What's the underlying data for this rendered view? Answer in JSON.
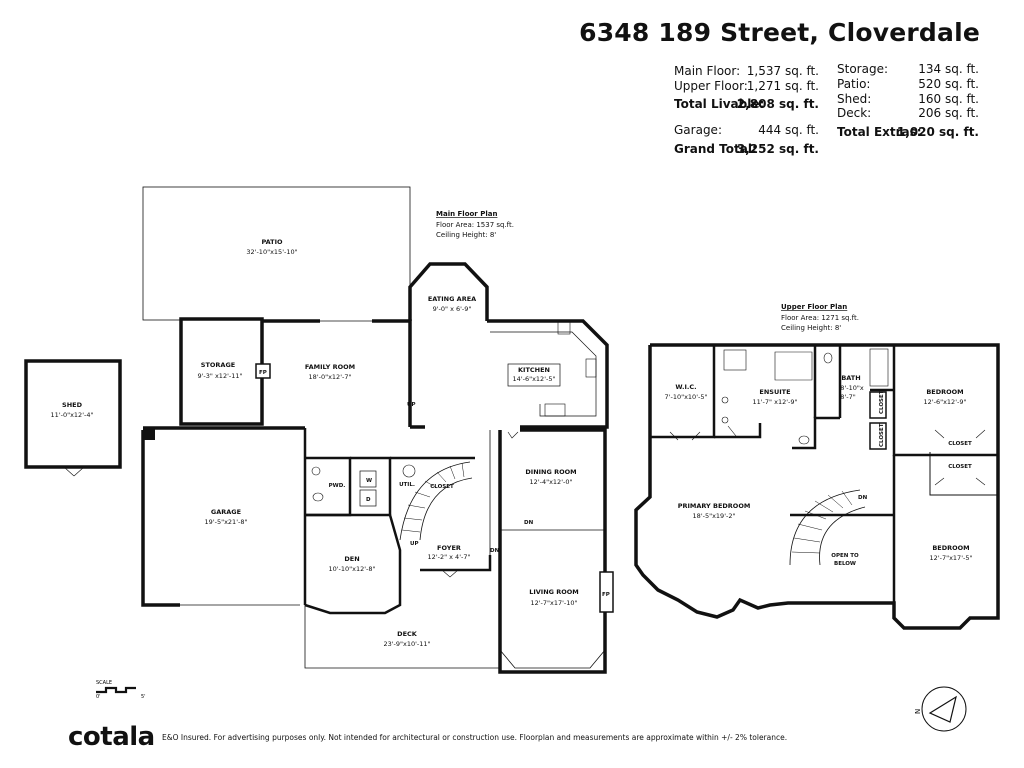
{
  "title": "6348 189 Street, Cloverdale",
  "stats": {
    "left": [
      {
        "label": "Main Floor:",
        "value": "1,537 sq. ft."
      },
      {
        "label": "Upper Floor:",
        "value": "1,271 sq. ft."
      },
      {
        "label": "Total Livable:",
        "value": "2,808 sq. ft."
      },
      {
        "label": "Garage:",
        "value": "444 sq. ft."
      },
      {
        "label": "Grand Total:",
        "value": "3,252 sq. ft."
      }
    ],
    "right": [
      {
        "label": "Storage:",
        "value": "134 sq. ft."
      },
      {
        "label": "Patio:",
        "value": "520 sq. ft."
      },
      {
        "label": "Shed:",
        "value": "160 sq. ft."
      },
      {
        "label": "Deck:",
        "value": "206 sq. ft."
      },
      {
        "label": "Total Extras:",
        "value": "1,020 sq. ft."
      }
    ]
  },
  "main_plan": {
    "heading": "Main Floor Plan",
    "area": "Floor Area: 1537 sq.ft.",
    "ceiling": "Ceiling Height: 8'"
  },
  "upper_plan": {
    "heading": "Upper Floor Plan",
    "area": "Floor Area: 1271 sq.ft.",
    "ceiling": "Ceiling Height: 8'"
  },
  "rooms": {
    "patio": {
      "name": "PATIO",
      "dim": "32'-10\"x15'-10\""
    },
    "shed": {
      "name": "SHED",
      "dim": "11'-0\"x12'-4\""
    },
    "storage": {
      "name": "STORAGE",
      "dim": "9'-3\" x12'-11\""
    },
    "family": {
      "name": "FAMILY ROOM",
      "dim": "18'-0\"x12'-7\""
    },
    "eating": {
      "name": "EATING AREA",
      "dim": "9'-0\" x 6'-9\""
    },
    "kitchen": {
      "name": "KITCHEN",
      "dim": "14'-6\"x12'-5\""
    },
    "garage": {
      "name": "GARAGE",
      "dim": "19'-5\"x21'-8\""
    },
    "pwd": {
      "name": "PWD."
    },
    "util": {
      "name": "UTIL."
    },
    "closet_main": {
      "name": "CLOSET"
    },
    "dining": {
      "name": "DINING ROOM",
      "dim": "12'-4\"x12'-0\""
    },
    "den": {
      "name": "DEN",
      "dim": "10'-10\"x12'-8\""
    },
    "foyer": {
      "name": "FOYER",
      "dim": "12'-2\" x 4'-7\""
    },
    "living": {
      "name": "LIVING ROOM",
      "dim": "12'-7\"x17'-10\""
    },
    "deck": {
      "name": "DECK",
      "dim": "23'-9\"x10'-11\""
    },
    "wic": {
      "name": "W.I.C.",
      "dim": "7'-10\"x10'-5\""
    },
    "ensuite": {
      "name": "ENSUITE",
      "dim": "11'-7\" x12'-9\""
    },
    "bath": {
      "name": "BATH",
      "dim1": "8'-10\"x",
      "dim2": "8'-7\""
    },
    "bed1": {
      "name": "BEDROOM",
      "dim": "12'-6\"x12'-9\""
    },
    "primary": {
      "name": "PRIMARY BEDROOM",
      "dim": "18'-5\"x19'-2\""
    },
    "bed2": {
      "name": "BEDROOM",
      "dim": "12'-7\"x17'-5\""
    },
    "closet_u1": {
      "name": "CLOSET"
    },
    "closet_u2": {
      "name": "CLOSET"
    },
    "closet_v1": {
      "name": "CLOSET"
    },
    "closet_v2": {
      "name": "CLOSET"
    },
    "open": {
      "line1": "OPEN TO",
      "line2": "BELOW"
    }
  },
  "marks": {
    "fp": "FP",
    "up": "UP",
    "dn": "DN",
    "w": "W",
    "d": "D"
  },
  "scale": {
    "label": "SCALE",
    "zero": "0'",
    "five": "5'"
  },
  "compass": {
    "letter": "N"
  },
  "footer": {
    "logo": "cotala",
    "disclaimer": "E&O Insured. For advertising purposes only. Not intended for architectural or construction use. Floorplan and measurements are approximate within +/- 2% tolerance."
  }
}
